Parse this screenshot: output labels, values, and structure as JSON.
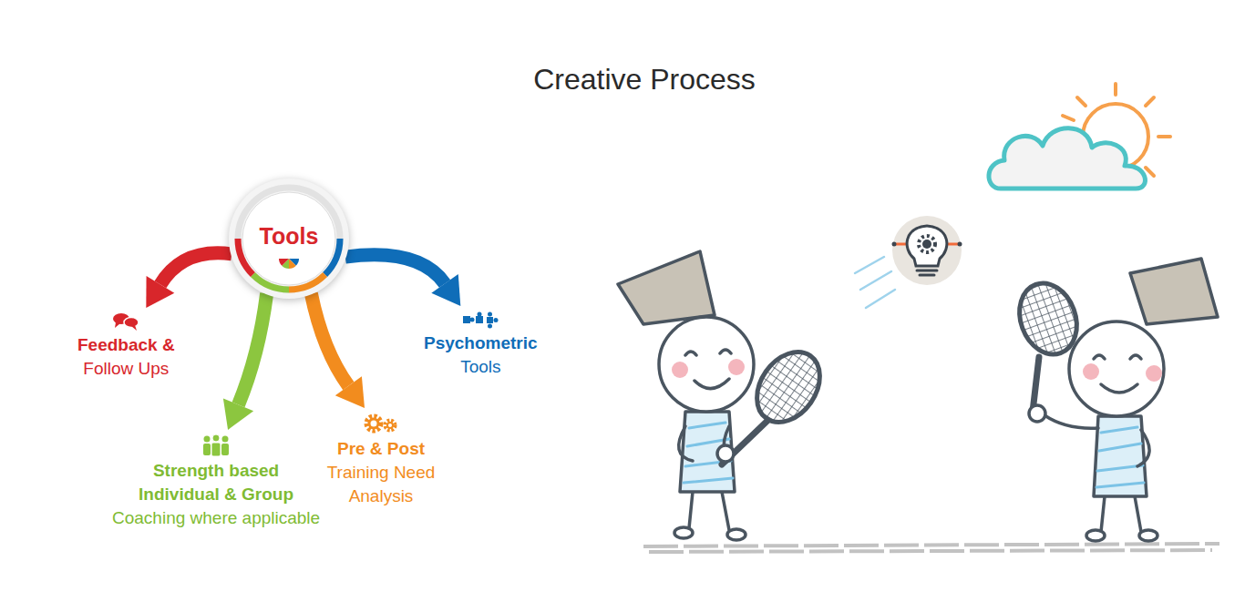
{
  "diagram": {
    "title": "Creative Process",
    "nodes": [
      {
        "text": [
          "Tools"
        ]
      },
      {
        "text": [
          "Feedback &",
          "Follow Ups"
        ]
      },
      {
        "text": [
          "Psychometric",
          "Tools"
        ]
      },
      {
        "text": [
          "Pre & Post",
          "Training Need Analysis"
        ]
      },
      {
        "text": [
          "Strength based Individual & Group",
          "Coaching where applicable"
        ]
      }
    ],
    "edges": [
      {
        "from": 0,
        "to": 1,
        "arrow": "to"
      },
      {
        "from": 0,
        "to": 2,
        "arrow": "to"
      },
      {
        "from": 0,
        "to": 3,
        "arrow": "to"
      },
      {
        "from": 0,
        "to": 4,
        "arrow": "to"
      }
    ]
  }
}
